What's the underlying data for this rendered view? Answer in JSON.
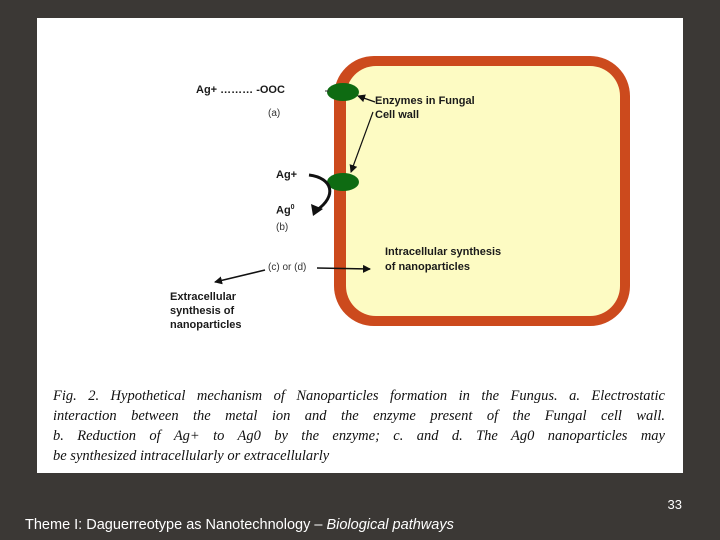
{
  "diagram": {
    "label_ag_ooc": "Ag+ ……… -OOC",
    "label_a": "(a)",
    "label_enzymes_line1": "Enzymes in Fungal",
    "label_enzymes_line2": "Cell wall",
    "label_ag_plus": "Ag+",
    "label_ag0_base": "Ag",
    "label_ag0_sup": "0",
    "label_b": "(b)",
    "label_cd": "(c) or (d)",
    "label_intra_line1": "Intracellular synthesis",
    "label_intra_line2": "of nanoparticles",
    "label_extra_line1": "Extracellular",
    "label_extra_line2": "synthesis of",
    "label_extra_line3": "nanoparticles",
    "colors": {
      "cell_wall": "#cc4a1d",
      "cytoplasm": "#fdfbc3",
      "enzyme": "#0e6b12"
    }
  },
  "caption": {
    "line1": "Fig. 2. Hypothetical mechanism of Nanoparticles formation in the Fungus. a. Electrostatic",
    "line2": "interaction between the metal ion and the enzyme present of the Fungal cell wall.",
    "line3": "b. Reduction of Ag+ to Ag0 by the enzyme; c. and d. The Ag0 nanoparticles may",
    "line4": "be  synthesized intracellularly or extracellularly"
  },
  "slide_number": "33",
  "footer": {
    "text": "Theme I: Daguerreotype as Nanotechnology – ",
    "italic": "Biological pathways"
  }
}
